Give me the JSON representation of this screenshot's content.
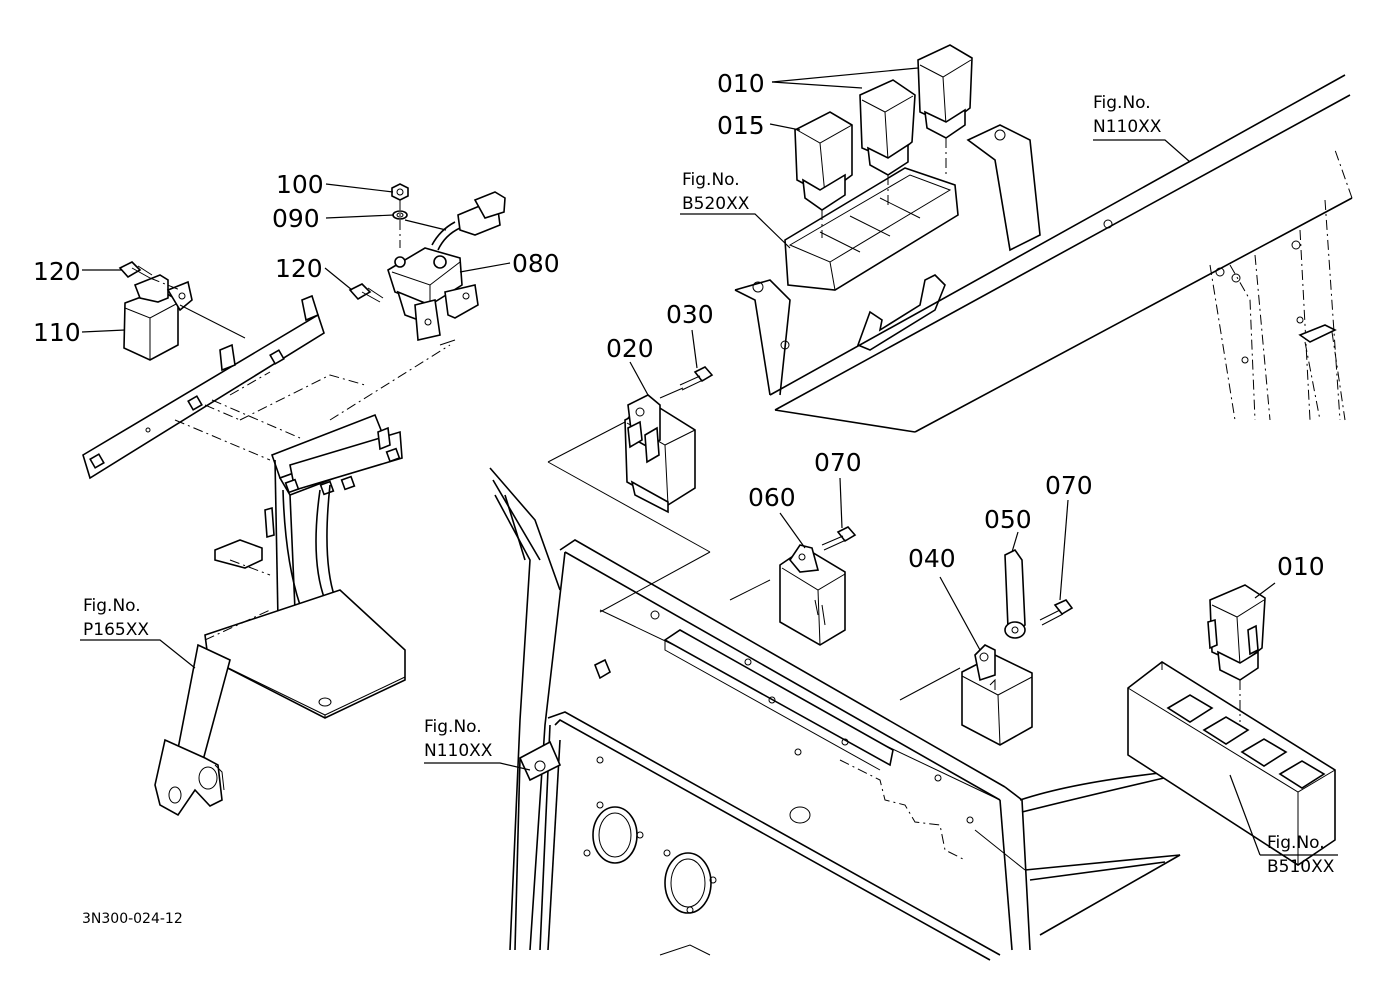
{
  "callouts": {
    "c010a": "010",
    "c015": "015",
    "c100": "100",
    "c090": "090",
    "c120a": "120",
    "c080": "080",
    "c120b": "120",
    "c110": "110",
    "c030": "030",
    "c020": "020",
    "c070a": "070",
    "c060": "060",
    "c070b": "070",
    "c050": "050",
    "c040": "040",
    "c010b": "010"
  },
  "references": {
    "n110_top_fig": "Fig.No.",
    "n110_top_no": "N110XX",
    "b520_fig": "Fig.No.",
    "b520_no": "B520XX",
    "p165_fig": "Fig.No.",
    "p165_no": "P165XX",
    "n110_mid_fig": "Fig.No.",
    "n110_mid_no": "N110XX",
    "b510_fig": "Fig.No.",
    "b510_no": "B510XX"
  },
  "drawing_code": "3N300-024-12"
}
